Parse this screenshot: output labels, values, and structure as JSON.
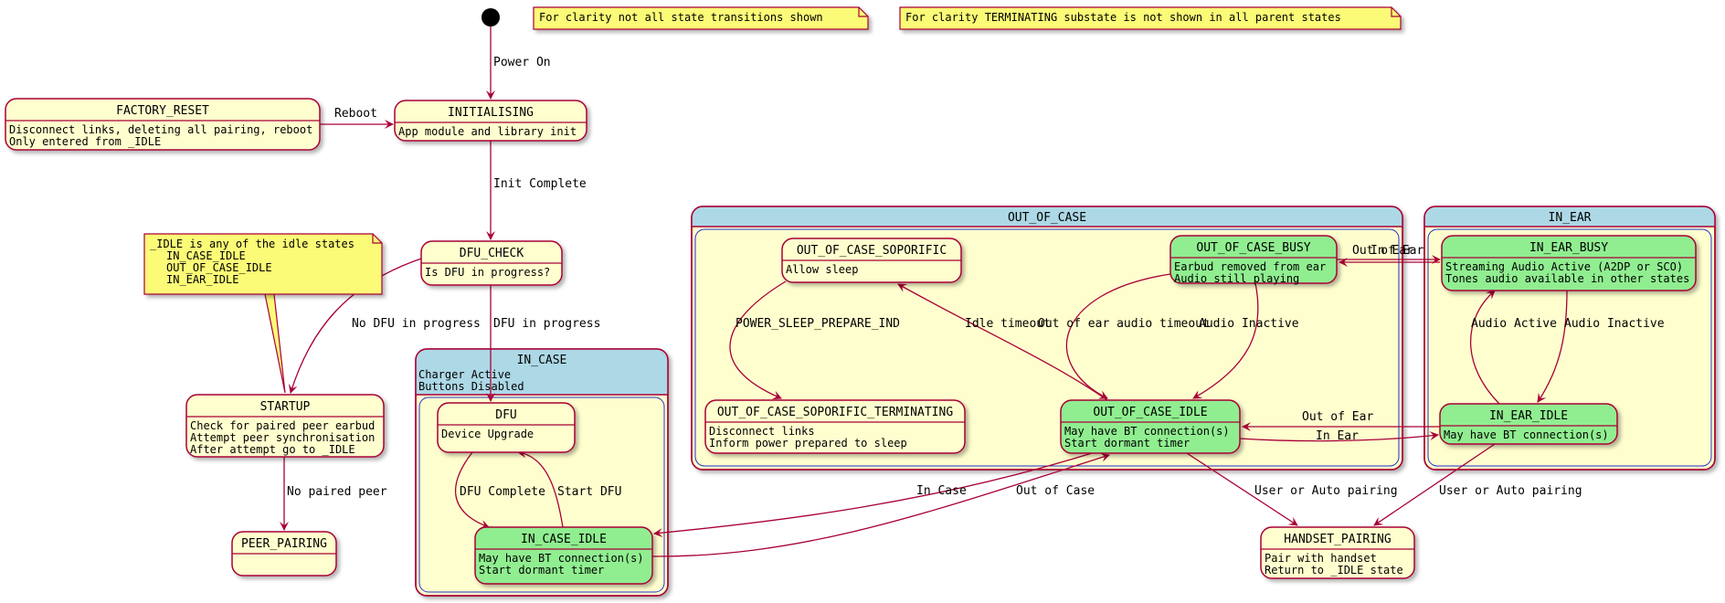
{
  "initial_state": "initial-pseudostate",
  "notes": {
    "clarity_transitions": "For clarity not all state transitions shown",
    "clarity_terminating": "For clarity TERMINATING substate is not shown in all parent states",
    "idle_definition": [
      "_IDLE is any of the idle states",
      "IN_CASE_IDLE",
      "OUT_OF_CASE_IDLE",
      "IN_EAR_IDLE"
    ]
  },
  "states": {
    "factory_reset": {
      "name": "FACTORY_RESET",
      "desc": [
        "Disconnect links, deleting all pairing, reboot",
        "Only entered from _IDLE"
      ]
    },
    "initialising": {
      "name": "INITIALISING",
      "desc": [
        "App module and library init"
      ]
    },
    "dfu_check": {
      "name": "DFU_CHECK",
      "desc": [
        "Is DFU in progress?"
      ]
    },
    "startup": {
      "name": "STARTUP",
      "desc": [
        "Check for paired peer earbud",
        "Attempt peer synchronisation",
        "After attempt go to _IDLE"
      ]
    },
    "peer_pairing": {
      "name": "PEER_PAIRING",
      "desc": []
    },
    "in_case": {
      "name": "IN_CASE",
      "desc": [
        "Charger Active",
        "Buttons Disabled"
      ]
    },
    "dfu": {
      "name": "DFU",
      "desc": [
        "Device Upgrade"
      ]
    },
    "in_case_idle": {
      "name": "IN_CASE_IDLE",
      "desc": [
        "May have BT connection(s)",
        "Start dormant timer"
      ]
    },
    "out_of_case": {
      "name": "OUT_OF_CASE",
      "desc": []
    },
    "out_of_case_soporific": {
      "name": "OUT_OF_CASE_SOPORIFIC",
      "desc": [
        "Allow sleep"
      ]
    },
    "out_of_case_soporific_terminating": {
      "name": "OUT_OF_CASE_SOPORIFIC_TERMINATING",
      "desc": [
        "Disconnect links",
        "Inform power prepared to sleep"
      ]
    },
    "out_of_case_busy": {
      "name": "OUT_OF_CASE_BUSY",
      "desc": [
        "Earbud removed from ear",
        "Audio still playing"
      ]
    },
    "out_of_case_idle": {
      "name": "OUT_OF_CASE_IDLE",
      "desc": [
        "May have BT connection(s)",
        "Start dormant timer"
      ]
    },
    "in_ear": {
      "name": "IN_EAR",
      "desc": []
    },
    "in_ear_busy": {
      "name": "IN_EAR_BUSY",
      "desc": [
        "Streaming Audio Active (A2DP or SCO)",
        "Tones audio available in other states"
      ]
    },
    "in_ear_idle": {
      "name": "IN_EAR_IDLE",
      "desc": [
        "May have BT connection(s)"
      ]
    },
    "handset_pairing": {
      "name": "HANDSET_PAIRING",
      "desc": [
        "Pair with handset",
        "Return to _IDLE state"
      ]
    }
  },
  "transitions": {
    "power_on": "Power On",
    "reboot": "Reboot",
    "init_complete": "Init Complete",
    "no_dfu_in_progress": "No DFU in progress",
    "dfu_in_progress": "DFU in progress",
    "no_paired_peer": "No paired peer",
    "dfu_complete": "DFU Complete",
    "start_dfu": "Start DFU",
    "power_sleep_prepare_ind": "POWER_SLEEP_PREPARE_IND",
    "idle_timeout": "Idle timeout",
    "out_of_ear_audio_timeout": "Out of ear audio timeout",
    "audio_inactive_ooc": "Audio Inactive",
    "out_of_ear_busy": "Out of Ear",
    "in_ear_busy": "In Ear",
    "audio_active": "Audio Active",
    "audio_inactive_ear": "Audio Inactive",
    "out_of_ear_idle": "Out of Ear",
    "in_ear_idle": "In Ear",
    "in_case": "In Case",
    "out_of_case": "Out of Case",
    "user_or_auto_pairing_1": "User or Auto pairing",
    "user_or_auto_pairing_2": "User or Auto pairing"
  },
  "colors": {
    "state_fill": "#FEFECE",
    "active_fill": "#90EE90",
    "composite_header": "#ADD8E6",
    "border": "#A80036",
    "note_fill": "#FBFB77",
    "text": "#000000",
    "composite_inner_border": "#2233cc"
  }
}
